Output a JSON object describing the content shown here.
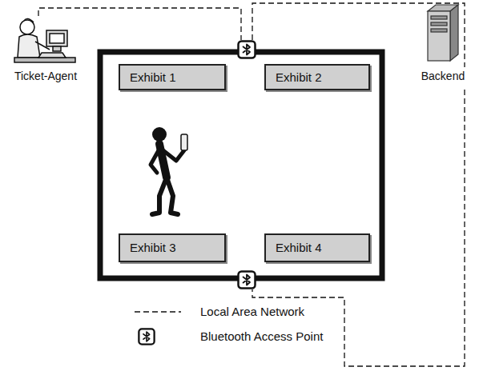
{
  "diagram": {
    "nodes": [
      {
        "text": [
          "Exhibit 1"
        ]
      },
      {
        "text": [
          "Exhibit 2"
        ]
      },
      {
        "text": [
          "Exhibit 3"
        ]
      },
      {
        "text": [
          "Exhibit 4"
        ]
      }
    ],
    "labels": [
      "Ticket-Agent",
      "Backend"
    ],
    "legend": [
      {
        "text": "Local Area Network"
      },
      {
        "text": "Bluetooth Access Point"
      }
    ]
  }
}
